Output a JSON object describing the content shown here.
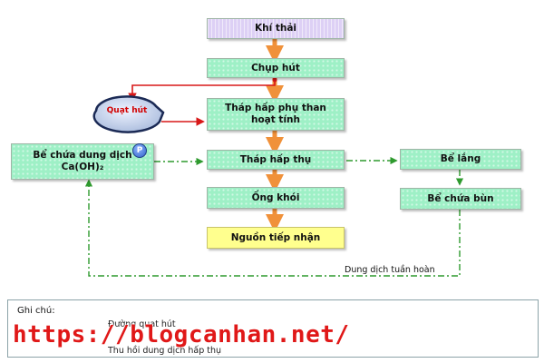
{
  "nodes": {
    "khi_thai": "Khí thải",
    "chup_hut": "Chụp hút",
    "thap_hap_phu_line1": "Tháp hấp phụ than",
    "thap_hap_phu_line2": "hoạt tính",
    "thap_hap_thu": "Tháp hấp thụ",
    "ong_khoi": "Ống khói",
    "nguon_tiep_nhan": "Nguồn tiếp nhận",
    "be_chua_dd_line1": "Bể chứa dung dịch",
    "be_chua_dd_line2": "Ca(OH)₂",
    "pump_symbol": "P",
    "be_lang": "Bể lắng",
    "be_chua_bun": "Bể chứa bùn",
    "quat_hut": "Quạt hút"
  },
  "flow_labels": {
    "recirculation": "Dung dịch tuần hoàn"
  },
  "legend": {
    "title": "Ghi chú:",
    "items": [
      {
        "text": "Đường quạt hút"
      },
      {
        "text": "Thu hồi dung dịch hấp thụ"
      }
    ]
  },
  "watermark": "https://blogcanhan.net/",
  "colors": {
    "box_green": "#9ef0c6",
    "box_lavender": "#ddd0f5",
    "box_yellow": "#ffff8e",
    "main_arrow_orange": "#f0913a",
    "fan_line_red": "#d81818",
    "recycle_line_green": "#2e9a2e",
    "watermark_red": "#e01818"
  }
}
